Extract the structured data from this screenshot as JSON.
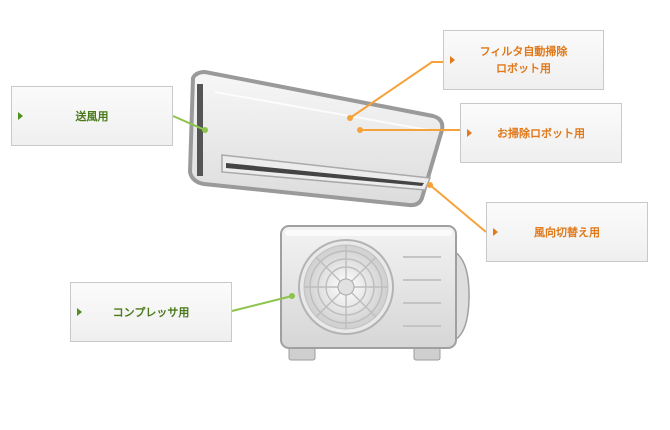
{
  "labels": {
    "fan": "送風用",
    "filter_robot": "フィルタ自動掃除\nロボット用",
    "cleaning_robot": "お掃除ロボット用",
    "louver": "風向切替え用",
    "compressor": "コンプレッサ用"
  },
  "colors": {
    "orange_leader": "#f5a23a",
    "green_leader": "#8cc34b",
    "orange_text": "#e0791a",
    "green_text": "#4a7a1c"
  },
  "icons": {
    "indoor_unit": "wall-mounted-air-conditioner",
    "outdoor_unit": "outdoor-condenser-unit"
  }
}
